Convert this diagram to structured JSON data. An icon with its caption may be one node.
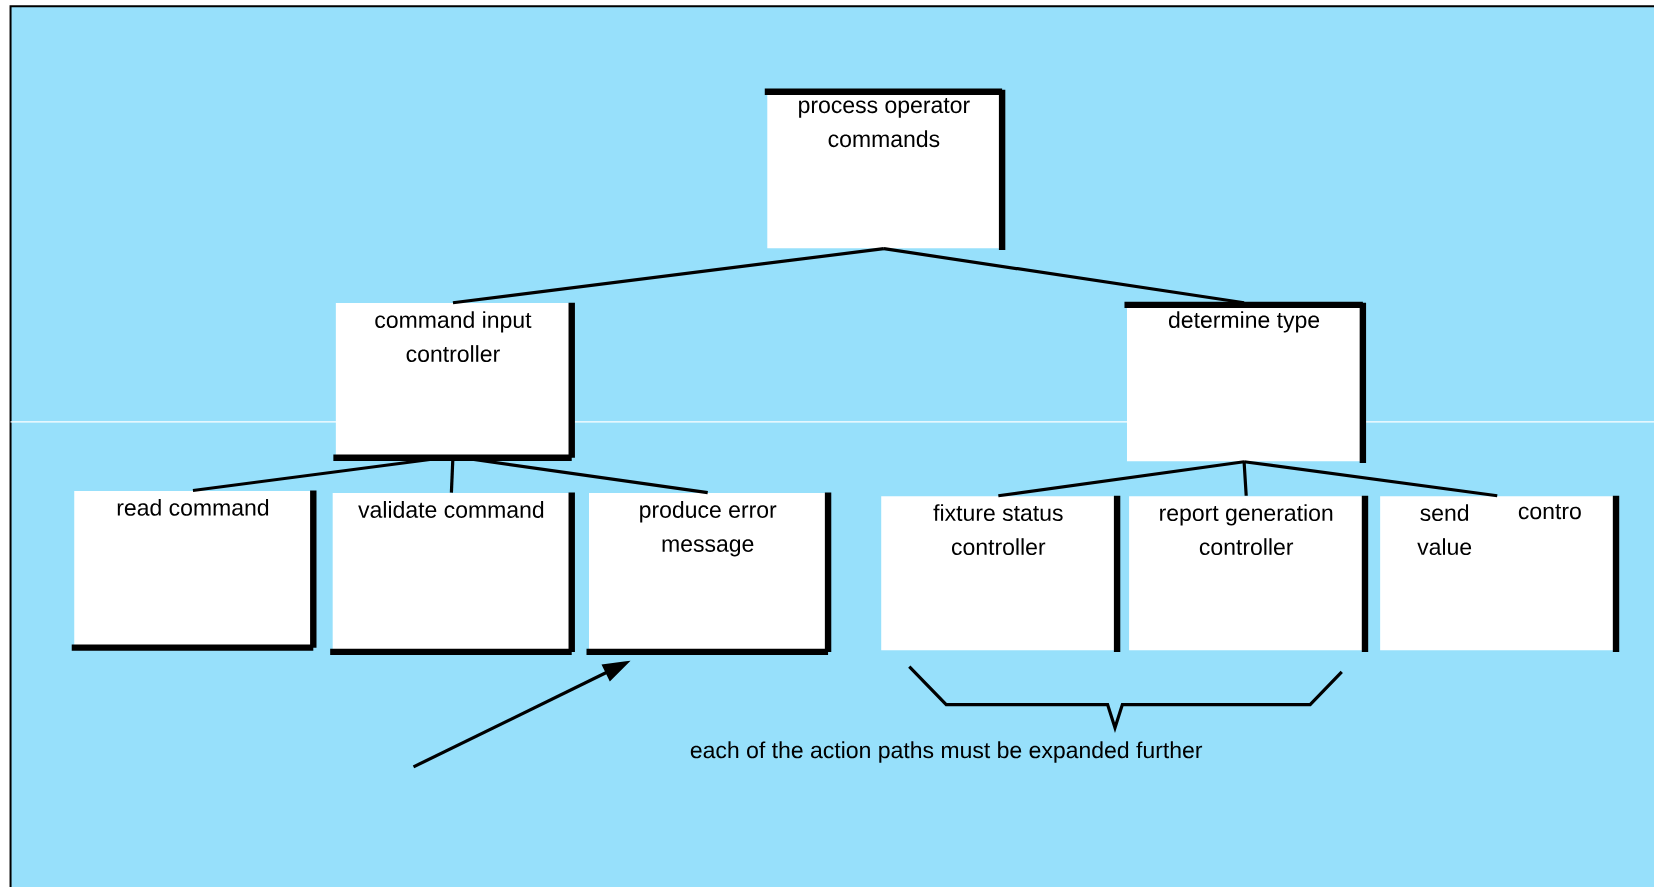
{
  "diagram": {
    "nodes": [
      {
        "text": [
          "process operator commands"
        ]
      },
      {
        "text": [
          "command input controller"
        ]
      },
      {
        "text": [
          "determine type"
        ]
      },
      {
        "text": [
          "read command"
        ]
      },
      {
        "text": [
          "validate command"
        ]
      },
      {
        "text": [
          "produce error message"
        ]
      },
      {
        "text": [
          "fixture status controller"
        ]
      },
      {
        "text": [
          "report generation controller"
        ]
      },
      {
        "text": [
          "send value",
          "contro"
        ]
      }
    ],
    "edges": [
      {
        "from": 0,
        "to": 1,
        "arrow": "none"
      },
      {
        "from": 0,
        "to": 2,
        "arrow": "none"
      },
      {
        "from": 1,
        "to": 3,
        "arrow": "none"
      },
      {
        "from": 1,
        "to": 4,
        "arrow": "none"
      },
      {
        "from": 1,
        "to": 5,
        "arrow": "none"
      },
      {
        "from": 2,
        "to": 6,
        "arrow": "none"
      },
      {
        "from": 2,
        "to": 7,
        "arrow": "none"
      },
      {
        "from": 2,
        "to": 8,
        "arrow": "none"
      },
      {
        "from": null,
        "to": 5,
        "arrow": "to"
      }
    ],
    "labels": [
      "each of the action paths must be expanded further"
    ]
  }
}
